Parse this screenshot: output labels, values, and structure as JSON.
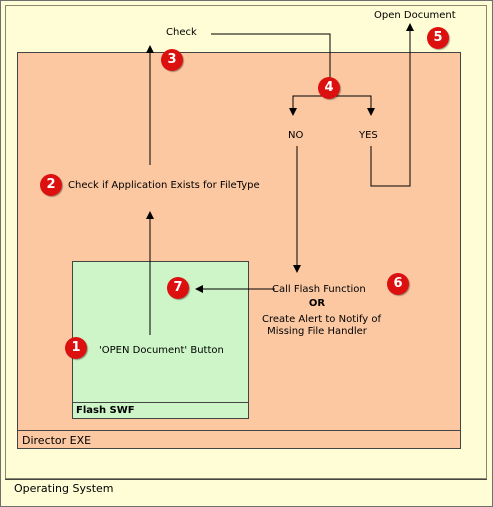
{
  "layers": {
    "operating_system": "Operating System",
    "director_exe": "Director EXE",
    "flash_swf": "Flash SWF"
  },
  "steps": [
    {
      "number": "1",
      "label": "'OPEN Document' Button"
    },
    {
      "number": "2",
      "label": "Check if Application Exists for FileType"
    },
    {
      "number": "3",
      "label": "Check"
    },
    {
      "number": "4",
      "label": ""
    },
    {
      "number": "5",
      "label": "Open Document"
    },
    {
      "number": "6",
      "label_lines": [
        "Call Flash Function",
        "OR",
        "Create Alert to Notify of",
        "Missing File Handler"
      ]
    },
    {
      "number": "7",
      "label": ""
    }
  ],
  "branches": {
    "no": "NO",
    "yes": "YES"
  },
  "colors": {
    "badge": "#dd1010",
    "os_fill": "#fefdd6",
    "director_fill": "#fbc8a2",
    "swf_fill": "#cdf5c8"
  }
}
